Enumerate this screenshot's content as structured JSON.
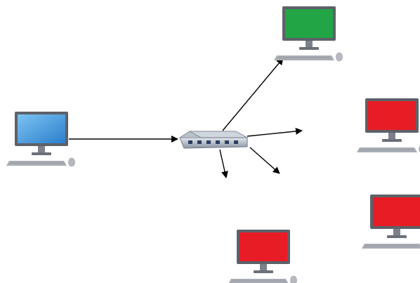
{
  "diagram": {
    "type": "network-diagram",
    "colors": {
      "source_screen": "#3f97dd",
      "receiver_screen": "#22a544",
      "other_screen": "#e81c24",
      "monitor_frame": "#5d6168",
      "keyboard": "#a9adb3",
      "switch_body": "#9ea7b4",
      "switch_port": "#2a3e63",
      "arrow": "#000000"
    },
    "nodes": [
      {
        "id": "source-computer",
        "icon": "desktop-computer-icon",
        "screen": "blue"
      },
      {
        "id": "network-switch",
        "icon": "network-switch-icon"
      },
      {
        "id": "receiver-computer",
        "icon": "desktop-computer-icon",
        "screen": "green"
      },
      {
        "id": "computer-red-1",
        "icon": "desktop-computer-icon",
        "screen": "red"
      },
      {
        "id": "computer-red-2",
        "icon": "desktop-computer-icon",
        "screen": "red"
      },
      {
        "id": "computer-red-3",
        "icon": "desktop-computer-icon",
        "screen": "red"
      }
    ],
    "edges": [
      {
        "from": "source-computer",
        "to": "network-switch",
        "style": "solid-arrow"
      },
      {
        "from": "network-switch",
        "to": "receiver-computer",
        "style": "solid-arrow"
      },
      {
        "from": "network-switch",
        "to": "computer-red-1",
        "style": "short-arrow"
      },
      {
        "from": "network-switch",
        "to": "computer-red-2",
        "style": "short-arrow"
      },
      {
        "from": "network-switch",
        "to": "computer-red-3",
        "style": "short-arrow"
      }
    ]
  }
}
